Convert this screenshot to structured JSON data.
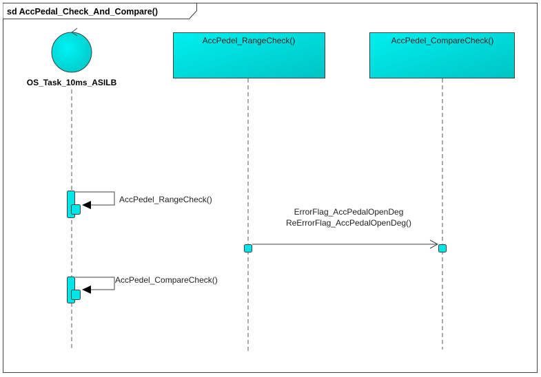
{
  "frame": {
    "title": "sd AccPedal_Check_And_Compare()"
  },
  "lifelines": {
    "task": {
      "name": "OS_Task_10ms_ASILB",
      "shape": "control-icon"
    },
    "range_check": {
      "name": "AccPedel_RangeCheck()"
    },
    "compare_check": {
      "name": "AccPedel_CompareCheck()"
    }
  },
  "messages": {
    "self_call_1": {
      "label": "AccPedel_RangeCheck()"
    },
    "self_call_2": {
      "label": "AccPedel_CompareCheck()"
    },
    "flag_message": {
      "line1": "ErrorFlag_AccPedalOpenDeg",
      "line2": "ReErrorFlag_AccPedalOpenDeg()"
    }
  },
  "colors": {
    "fill": "#00e6e6",
    "fill_dark": "#00bcbc",
    "stroke": "#404040",
    "line": "#555555"
  }
}
